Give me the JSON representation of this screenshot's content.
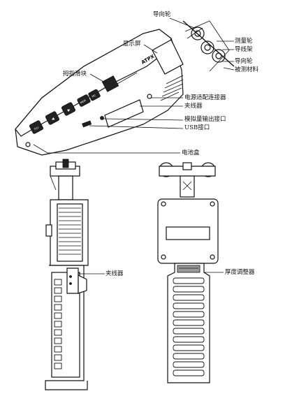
{
  "labels": {
    "guide_wheel_top": "导向轮",
    "display": "显示屏",
    "measure_wheel": "测量轮",
    "wire_frame": "导线架",
    "guide_wheel_bottom": "导向轮",
    "material": "被测材料",
    "thumb_slider": "拇指滑块",
    "power_connector": "电源适配连接器",
    "clamp_top": "夹线器",
    "analog_output": "模拟量输出接口",
    "usb_port": "USB接口",
    "battery_box": "电池盒",
    "clamp_side": "夹线器",
    "thickness_adjuster": "厚度调整器"
  },
  "device": {
    "buttons": [
      "F/U",
      "◀",
      "▶",
      "MEM",
      "MC"
    ],
    "logo": "ATPX"
  }
}
